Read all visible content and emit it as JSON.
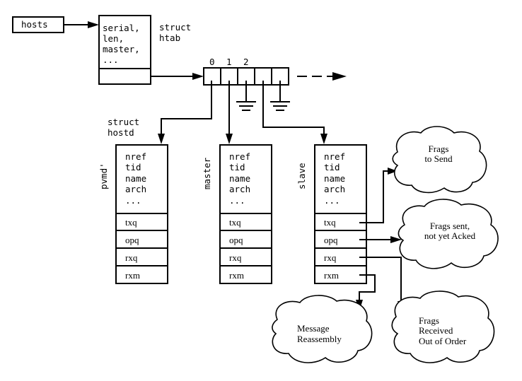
{
  "hosts_label": "hosts",
  "htab": {
    "fields": [
      "serial,",
      "len,",
      "master,",
      "..."
    ],
    "struct_kw": "struct",
    "struct_name": "htab"
  },
  "array_indices": [
    "0",
    "1",
    "2"
  ],
  "hostd_label": {
    "kw": "struct",
    "name": "hostd"
  },
  "hostd_fields": [
    "nref",
    "tid",
    "name",
    "arch",
    "..."
  ],
  "hostd_rows": [
    "txq",
    "opq",
    "rxq",
    "rxm"
  ],
  "host_names": [
    "pvmd'",
    "master",
    "slave"
  ],
  "clouds": {
    "frags_to_send": [
      "Frags",
      "to Send"
    ],
    "frags_sent": [
      "Frags sent,",
      "not yet Acked"
    ],
    "message_reassembly": [
      "Message",
      "Reassembly"
    ],
    "frags_received": [
      "Frags",
      "Received",
      "Out of Order"
    ]
  }
}
